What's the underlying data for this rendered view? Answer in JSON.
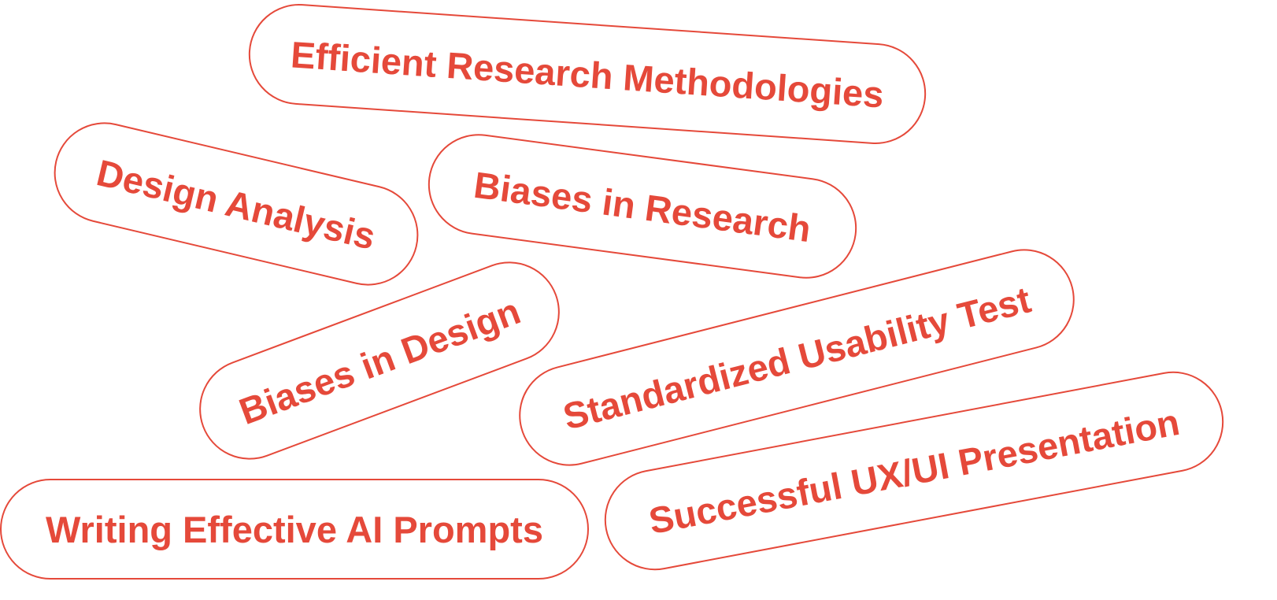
{
  "colors": {
    "accent": "#E5493A",
    "background": "#FFFFFF"
  },
  "tags": [
    {
      "label": "Efficient Research Methodologies"
    },
    {
      "label": "Design Analysis"
    },
    {
      "label": "Biases in Research"
    },
    {
      "label": "Biases in Design"
    },
    {
      "label": "Standardized Usability Test"
    },
    {
      "label": "Writing Effective AI Prompts"
    },
    {
      "label": "Successful UX/UI Presentation"
    }
  ]
}
